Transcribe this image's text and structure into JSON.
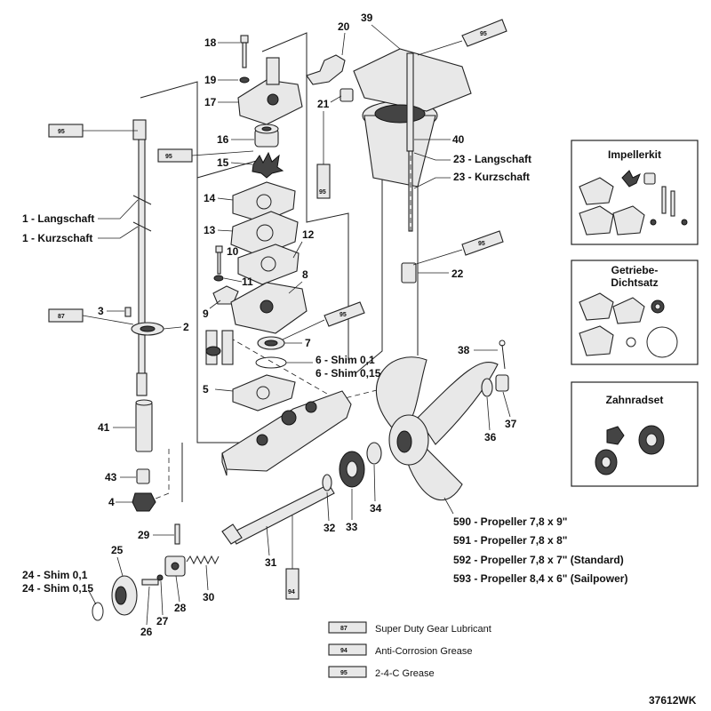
{
  "diagram_id": "37612WK",
  "part_numbers": [
    "1",
    "2",
    "3",
    "4",
    "5",
    "6",
    "7",
    "8",
    "9",
    "10",
    "11",
    "12",
    "13",
    "14",
    "15",
    "16",
    "17",
    "18",
    "19",
    "20",
    "21",
    "22",
    "24",
    "25",
    "26",
    "27",
    "28",
    "29",
    "30",
    "31",
    "32",
    "33",
    "34",
    "36",
    "37",
    "38",
    "39",
    "40",
    "41",
    "43"
  ],
  "labels": {
    "shaft_long_1": "1 - Langschaft",
    "shaft_short_1": "1 - Kurzschaft",
    "shaft_long_23": "23 - Langschaft",
    "shaft_short_23": "23 - Kurzschaft",
    "shim_6a": "6 - Shim 0,1",
    "shim_6b": "6 - Shim 0,15",
    "shim_24a": "24 - Shim 0,1",
    "shim_24b": "24 - Shim 0,15"
  },
  "propellers": [
    "590 - Propeller 7,8 x 9\"",
    "591 - Propeller 7,8 x 8\"",
    "592 - Propeller 7,8 x 7\" (Standard)",
    "593 - Propeller 8,4 x 6\" (Sailpower)"
  ],
  "tube_codes": [
    "95",
    "95",
    "87",
    "95",
    "94",
    "95",
    "95"
  ],
  "kits": {
    "impeller": "Impellerkit",
    "seal": "Getriebe-\nDichtsatz",
    "seal_line1": "Getriebe-",
    "seal_line2": "Dichtsatz",
    "gears": "Zahnradset"
  },
  "legend": [
    {
      "code": "87",
      "text": "Super Duty Gear Lubricant"
    },
    {
      "code": "94",
      "text": "Anti-Corrosion Grease"
    },
    {
      "code": "95",
      "text": "2-4-C Grease"
    }
  ]
}
